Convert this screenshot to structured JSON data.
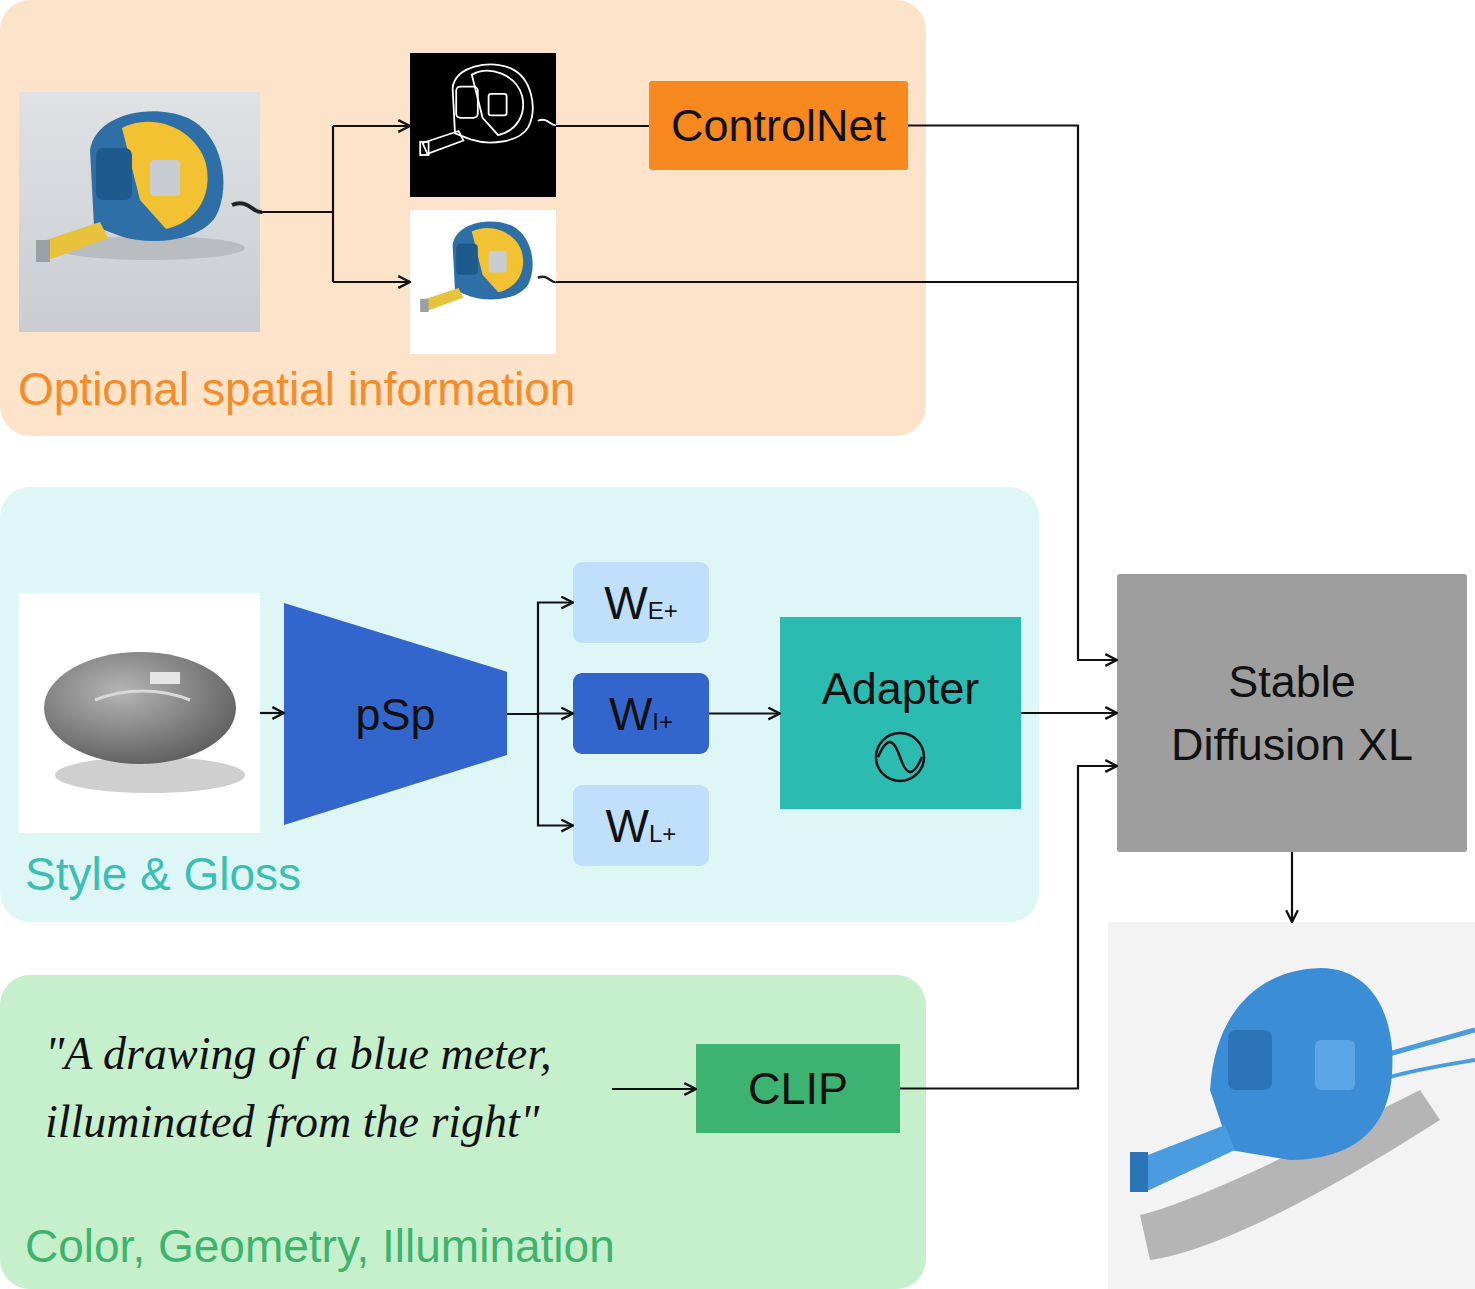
{
  "diagram": {
    "nodes": [
      {
        "text": [
          "Optional spatial information"
        ]
      },
      {
        "text": [
          "ControlNet"
        ],
        "in": 0
      },
      {
        "text": [
          "Style & Gloss"
        ]
      },
      {
        "text": [
          "pSp"
        ],
        "in": 2
      },
      {
        "text": [
          "WE+"
        ],
        "in": 2
      },
      {
        "text": [
          "WI+"
        ],
        "in": 2
      },
      {
        "text": [
          "WL+"
        ],
        "in": 2
      },
      {
        "text": [
          "Adapter"
        ],
        "in": 2
      },
      {
        "text": [
          "Color, Geometry, Illumination"
        ]
      },
      {
        "text": [
          "CLIP"
        ],
        "in": 8
      },
      {
        "text": [
          "Stable Diffusion XL"
        ]
      }
    ],
    "edges": [
      {
        "from": 1,
        "to": 10,
        "arrow": "to"
      },
      {
        "from": 3,
        "to": 4,
        "arrow": "to"
      },
      {
        "from": 3,
        "to": 5,
        "arrow": "to"
      },
      {
        "from": 3,
        "to": 6,
        "arrow": "to"
      },
      {
        "from": 5,
        "to": 7,
        "arrow": "to"
      },
      {
        "from": 7,
        "to": 10,
        "arrow": "to"
      },
      {
        "from": 9,
        "to": 10,
        "arrow": "to"
      }
    ],
    "labels": [
      "\"A drawing of a blue meter, illuminated from the right\""
    ]
  }
}
